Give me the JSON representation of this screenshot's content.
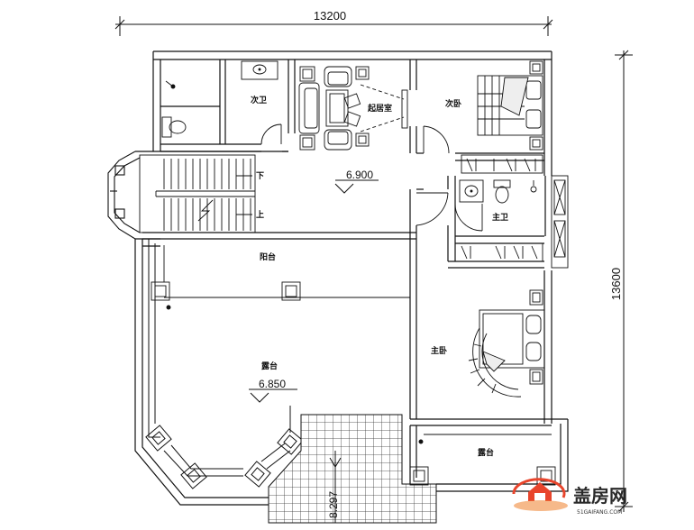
{
  "dimensions": {
    "top_width": "13200",
    "right_height": "13600"
  },
  "rooms": {
    "guest_bath": "次卫",
    "living_room": "起居室",
    "second_bedroom": "次卧",
    "stair_down": "下",
    "stair_up": "上",
    "level_upper": "6.900",
    "master_bath": "主卫",
    "balcony": "阳台",
    "terrace": "露台",
    "level_terrace": "6.850",
    "master_bedroom": "主卧",
    "terrace_small": "露台",
    "roof_level": "8.297"
  },
  "watermark": {
    "title": "盖房网",
    "subtitle": "51GAIFANG.COM",
    "accent_color": "#e8452c"
  }
}
